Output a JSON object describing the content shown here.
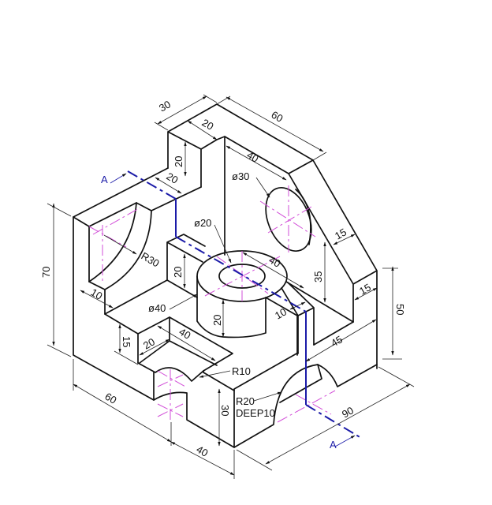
{
  "drawing": {
    "type": "isometric engineering drawing",
    "colors": {
      "outline": "#111111",
      "centerline": "#d24fd8",
      "section_line": "#1b1ba8"
    },
    "section_marks": [
      "A",
      "A"
    ],
    "labels": [
      "30",
      "20",
      "60",
      "20",
      "20",
      "40",
      "ø30",
      "ø20",
      "R30",
      "40",
      "15",
      "35",
      "15",
      "20",
      "10",
      "ø40",
      "20",
      "10",
      "45",
      "50",
      "70",
      "15",
      "20",
      "40",
      "R10",
      "R20",
      "DEEP10",
      "30",
      "60",
      "40",
      "90"
    ]
  }
}
